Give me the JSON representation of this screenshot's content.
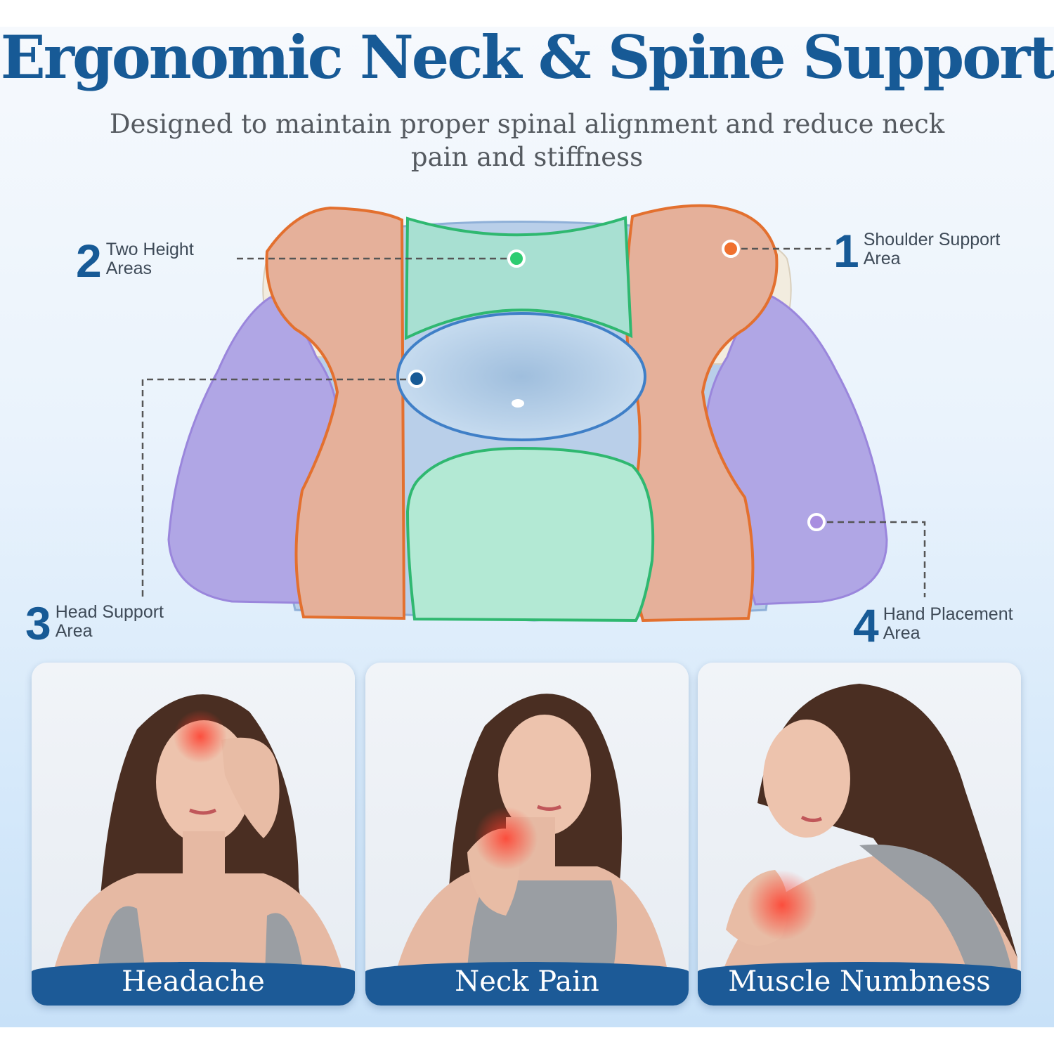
{
  "header": {
    "title": "Ergonomic Neck & Spine Support",
    "subtitle": "Designed to maintain proper spinal alignment and reduce neck pain and stiffness"
  },
  "callouts": [
    {
      "number": "1",
      "label": "Shoulder Support\nArea",
      "marker_color": "#f0702e"
    },
    {
      "number": "2",
      "label": "Two Height\nAreas",
      "marker_color": "#2ecc71"
    },
    {
      "number": "3",
      "label": "Head Support\nArea",
      "marker_color": "#175a96"
    },
    {
      "number": "4",
      "label": "Hand Placement\nArea",
      "marker_color": "#a98ee0"
    }
  ],
  "symptoms": [
    {
      "label": "Headache"
    },
    {
      "label": "Neck Pain"
    },
    {
      "label": "Muscle Numbness"
    }
  ],
  "colors": {
    "brand_blue": "#175a96",
    "shoulder_zone": "#e8b09a",
    "height_zone": "#a9e3d3",
    "head_zone": "#c3d9ee",
    "hand_zone": "#b3a6e6",
    "caption_band": "#1c5a97"
  }
}
